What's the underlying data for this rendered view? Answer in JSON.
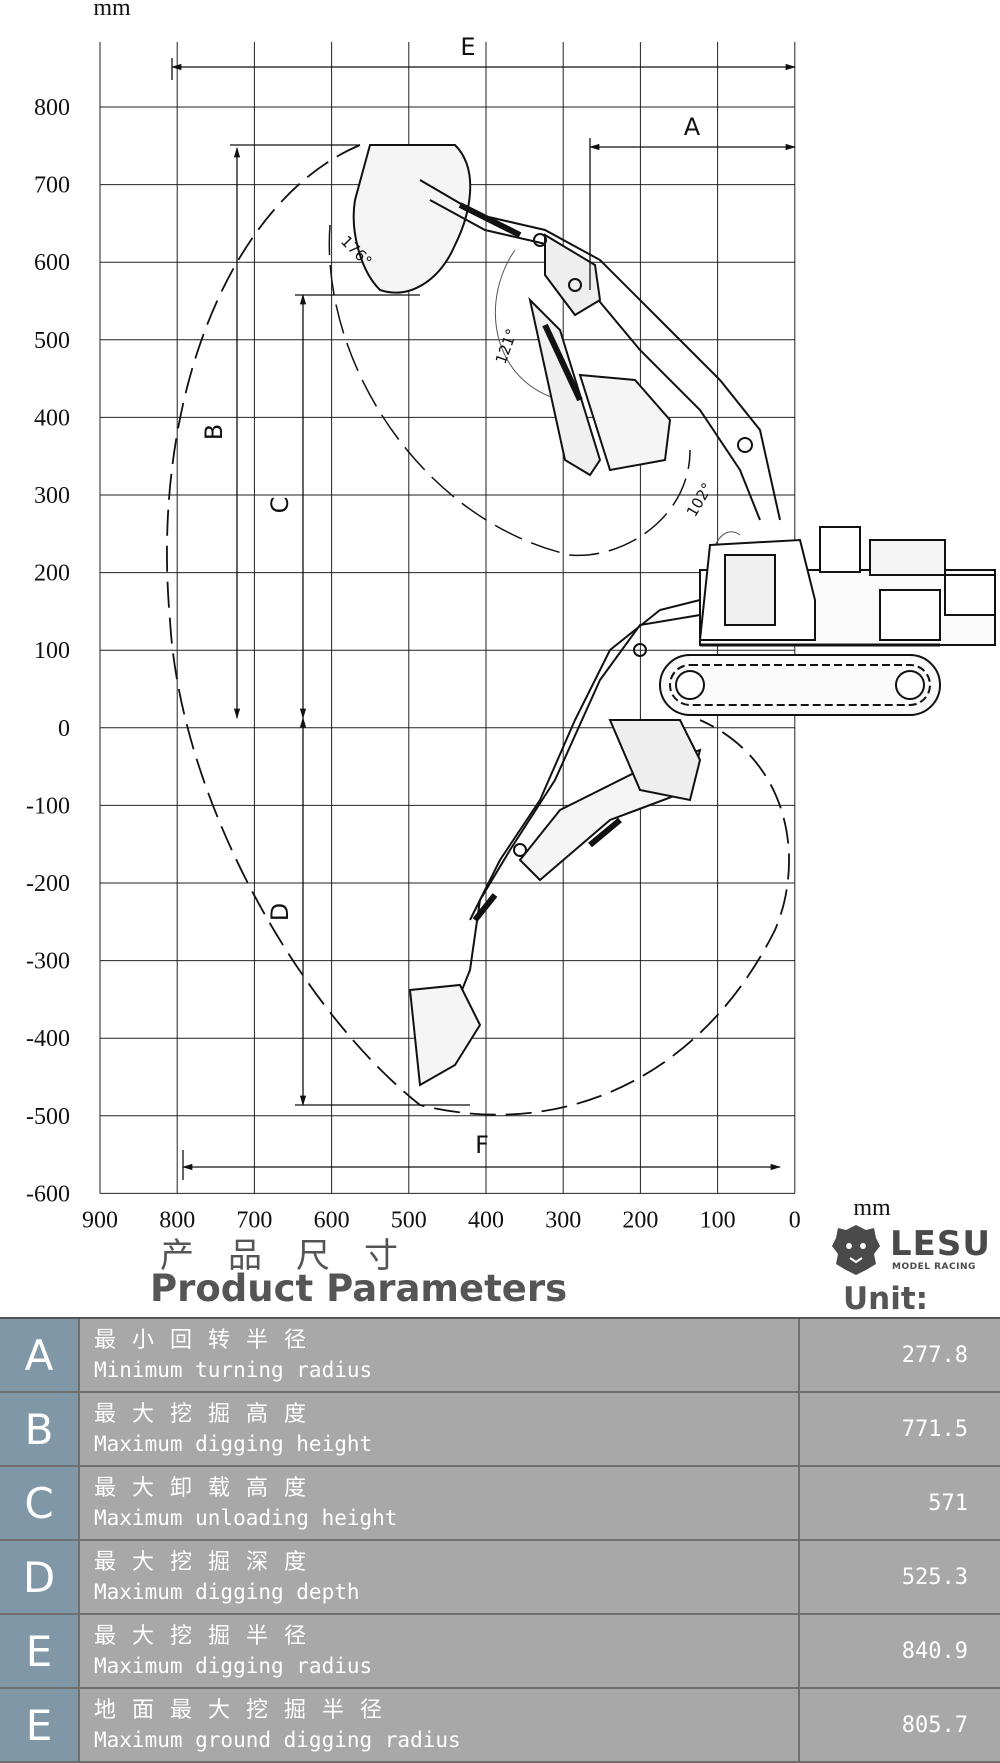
{
  "diagram": {
    "unit_top": "mm",
    "unit_right": "mm",
    "y_ticks": [
      "800",
      "700",
      "600",
      "500",
      "400",
      "300",
      "200",
      "100",
      "0",
      "-100",
      "-200",
      "-300",
      "-400",
      "-500",
      "-600"
    ],
    "x_ticks": [
      "900",
      "800",
      "700",
      "600",
      "500",
      "400",
      "300",
      "200",
      "100",
      "0"
    ],
    "dimension_labels": [
      "A",
      "B",
      "C",
      "D",
      "E",
      "F"
    ],
    "angles": [
      "176°",
      "121°",
      "102°"
    ]
  },
  "heading": {
    "title_cn": "产品尺寸",
    "title_en": "Product Parameters",
    "brand": "LESU",
    "brand_sub": "MODEL RACING",
    "unit": "Unit: mm"
  },
  "params": [
    {
      "key": "A",
      "cn": "最小回转半径",
      "en": "Minimum turning radius",
      "value": "277.8"
    },
    {
      "key": "B",
      "cn": "最大挖掘高度",
      "en": "Maximum digging height",
      "value": "771.5"
    },
    {
      "key": "C",
      "cn": "最大卸载高度",
      "en": "Maximum unloading height",
      "value": "571"
    },
    {
      "key": "D",
      "cn": "最大挖掘深度",
      "en": "Maximum digging depth",
      "value": "525.3"
    },
    {
      "key": "E",
      "cn": "最大挖掘半径",
      "en": "Maximum digging radius",
      "value": "840.9"
    },
    {
      "key": "E",
      "cn": "地面最大挖掘半径",
      "en": "Maximum ground digging radius",
      "value": "805.7"
    }
  ]
}
